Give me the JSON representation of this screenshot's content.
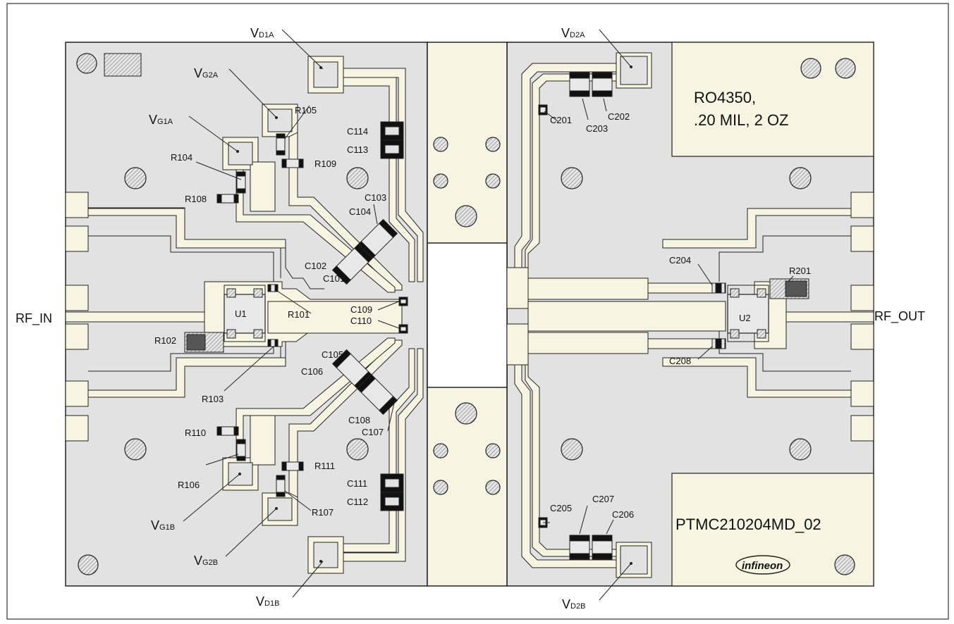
{
  "substrate": {
    "line1": "RO4350,",
    "line2": ".20 MIL, 2 OZ"
  },
  "part_number": "PTMC210204MD_02",
  "logo_text": "infineon",
  "ports": {
    "rf_in": "RF_IN",
    "rf_out": "RF_OUT"
  },
  "supplies": {
    "vd1a": {
      "main": "V",
      "sub": "D1A"
    },
    "vg2a": {
      "main": "V",
      "sub": "G2A"
    },
    "vg1a": {
      "main": "V",
      "sub": "G1A"
    },
    "vd2a": {
      "main": "V",
      "sub": "D2A"
    },
    "vg1b": {
      "main": "V",
      "sub": "G1B"
    },
    "vg2b": {
      "main": "V",
      "sub": "G2B"
    },
    "vd1b": {
      "main": "V",
      "sub": "D1B"
    },
    "vd2b": {
      "main": "V",
      "sub": "D2B"
    }
  },
  "devices": {
    "u1": "U1",
    "u2": "U2"
  },
  "components": {
    "r105": "R105",
    "r104": "R104",
    "r109": "R109",
    "r108": "R108",
    "c114": "C114",
    "c113": "C113",
    "c103": "C103",
    "c104": "C104",
    "c102": "C102",
    "c101": "C101",
    "r101": "R101",
    "c109": "C109",
    "c110": "C110",
    "r102": "R102",
    "r103": "R103",
    "c105": "C105",
    "c106": "C106",
    "c108": "C108",
    "c107": "C107",
    "r110": "R110",
    "r106": "R106",
    "r111": "R111",
    "r107": "R107",
    "c111": "C111",
    "c112": "C112",
    "c201": "C201",
    "c202": "C202",
    "c203": "C203",
    "c204": "C204",
    "r201": "R201",
    "c208": "C208",
    "c205": "C205",
    "c207": "C207",
    "c206": "C206"
  },
  "colors": {
    "board": "#e2e2e2",
    "trace_fill": "#f7f5e1",
    "outline": "#222222",
    "cutout": "#ffffff",
    "component_dark": "#111111"
  }
}
